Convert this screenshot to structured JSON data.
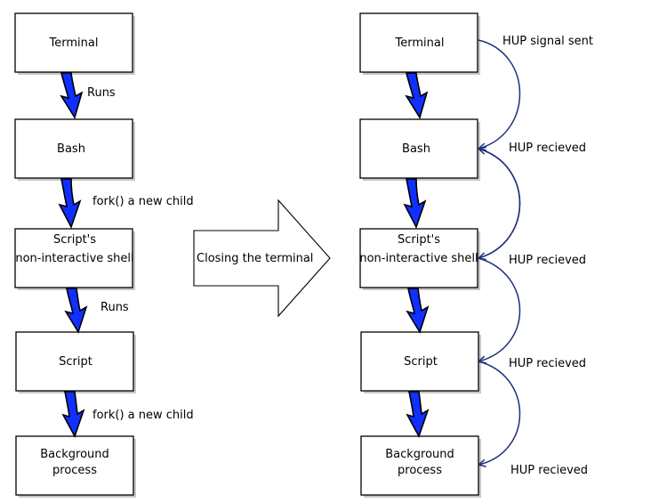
{
  "left_column": {
    "boxes": [
      {
        "lines": [
          "Terminal"
        ]
      },
      {
        "lines": [
          "Bash"
        ]
      },
      {
        "lines": [
          "Script's",
          "non-interactive shell"
        ]
      },
      {
        "lines": [
          "Script"
        ]
      },
      {
        "lines": [
          "Background",
          "process"
        ]
      }
    ],
    "connector_labels": [
      "Runs",
      "fork() a new child",
      "Runs",
      "fork() a new child"
    ]
  },
  "transition": {
    "label": "Closing the terminal"
  },
  "right_column": {
    "boxes": [
      {
        "lines": [
          "Terminal"
        ]
      },
      {
        "lines": [
          "Bash"
        ]
      },
      {
        "lines": [
          "Script's",
          "non-interactive shell"
        ]
      },
      {
        "lines": [
          "Script"
        ]
      },
      {
        "lines": [
          "Background",
          "process"
        ]
      }
    ],
    "signal_labels": [
      "HUP signal sent",
      "HUP recieved",
      "HUP recieved",
      "HUP recieved",
      "HUP recieved"
    ]
  },
  "colors": {
    "flow_arrow": "#1030ff",
    "signal_arc": "#1f2f7a"
  }
}
